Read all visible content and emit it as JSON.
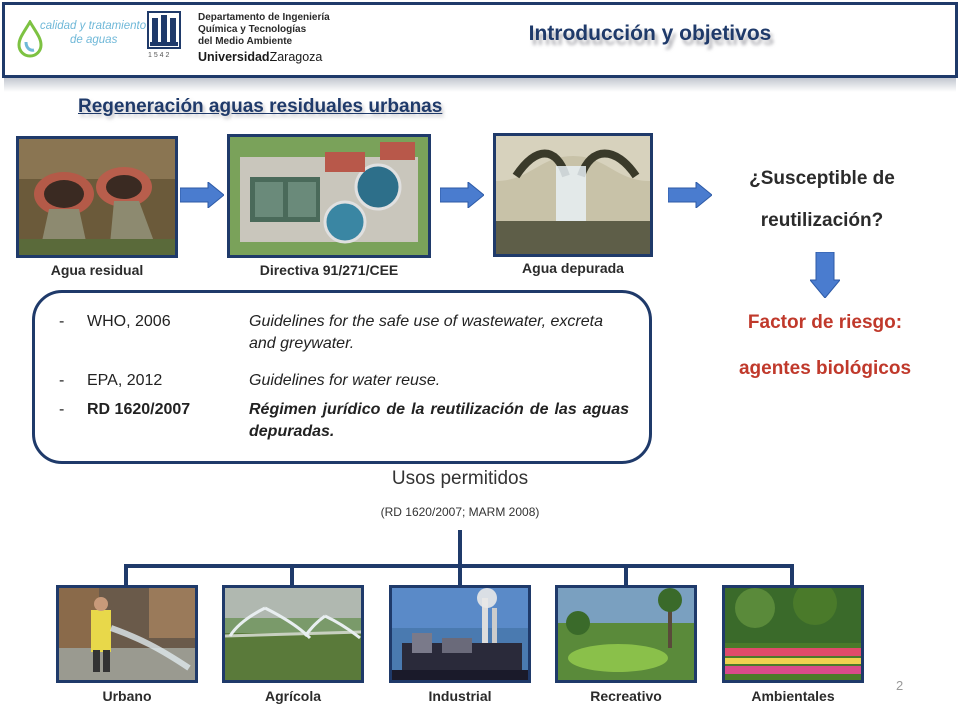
{
  "header": {
    "logo_text_line1": "calidad y tratamiento",
    "logo_text_line2": "de aguas",
    "department_line1": "Departamento de Ingeniería",
    "department_line2": "Química y Tecnologías",
    "department_line3": "del Medio Ambiente",
    "university_bold": "Universidad",
    "university_light": "Zaragoza",
    "crest_year": "1 5 4 2",
    "title": "Introducción y objetivos"
  },
  "subtitle": "Regeneración aguas residuales urbanas",
  "process": [
    {
      "caption": "Agua residual"
    },
    {
      "caption": "Directiva 91/271/CEE"
    },
    {
      "caption": "Agua depurada"
    }
  ],
  "question": "¿Susceptible de reutilización?",
  "risk": {
    "line1": "Factor de riesgo:",
    "line2": "agentes biológicos"
  },
  "references": [
    {
      "dash": "-",
      "source": "WHO, 2006",
      "description": "Guidelines for the safe use of wastewater, excreta and greywater."
    },
    {
      "dash": "-",
      "source": "EPA, 2012",
      "description": "Guidelines for water reuse."
    },
    {
      "dash": "-",
      "source": "RD 1620/2007",
      "description": "Régimen jurídico de la reutilización de las aguas depuradas."
    }
  ],
  "uses": {
    "title": "Usos permitidos",
    "source": "(RD 1620/2007; MARM 2008)",
    "items": [
      {
        "label": "Urbano"
      },
      {
        "label": "Agrícola"
      },
      {
        "label": "Industrial"
      },
      {
        "label": "Recreativo"
      },
      {
        "label": "Ambientales"
      }
    ]
  },
  "slide_number": "2",
  "colors": {
    "navy": "#1f3a6a",
    "arrow_blue": "#4a7ccf",
    "risk_red": "#c0392b"
  }
}
